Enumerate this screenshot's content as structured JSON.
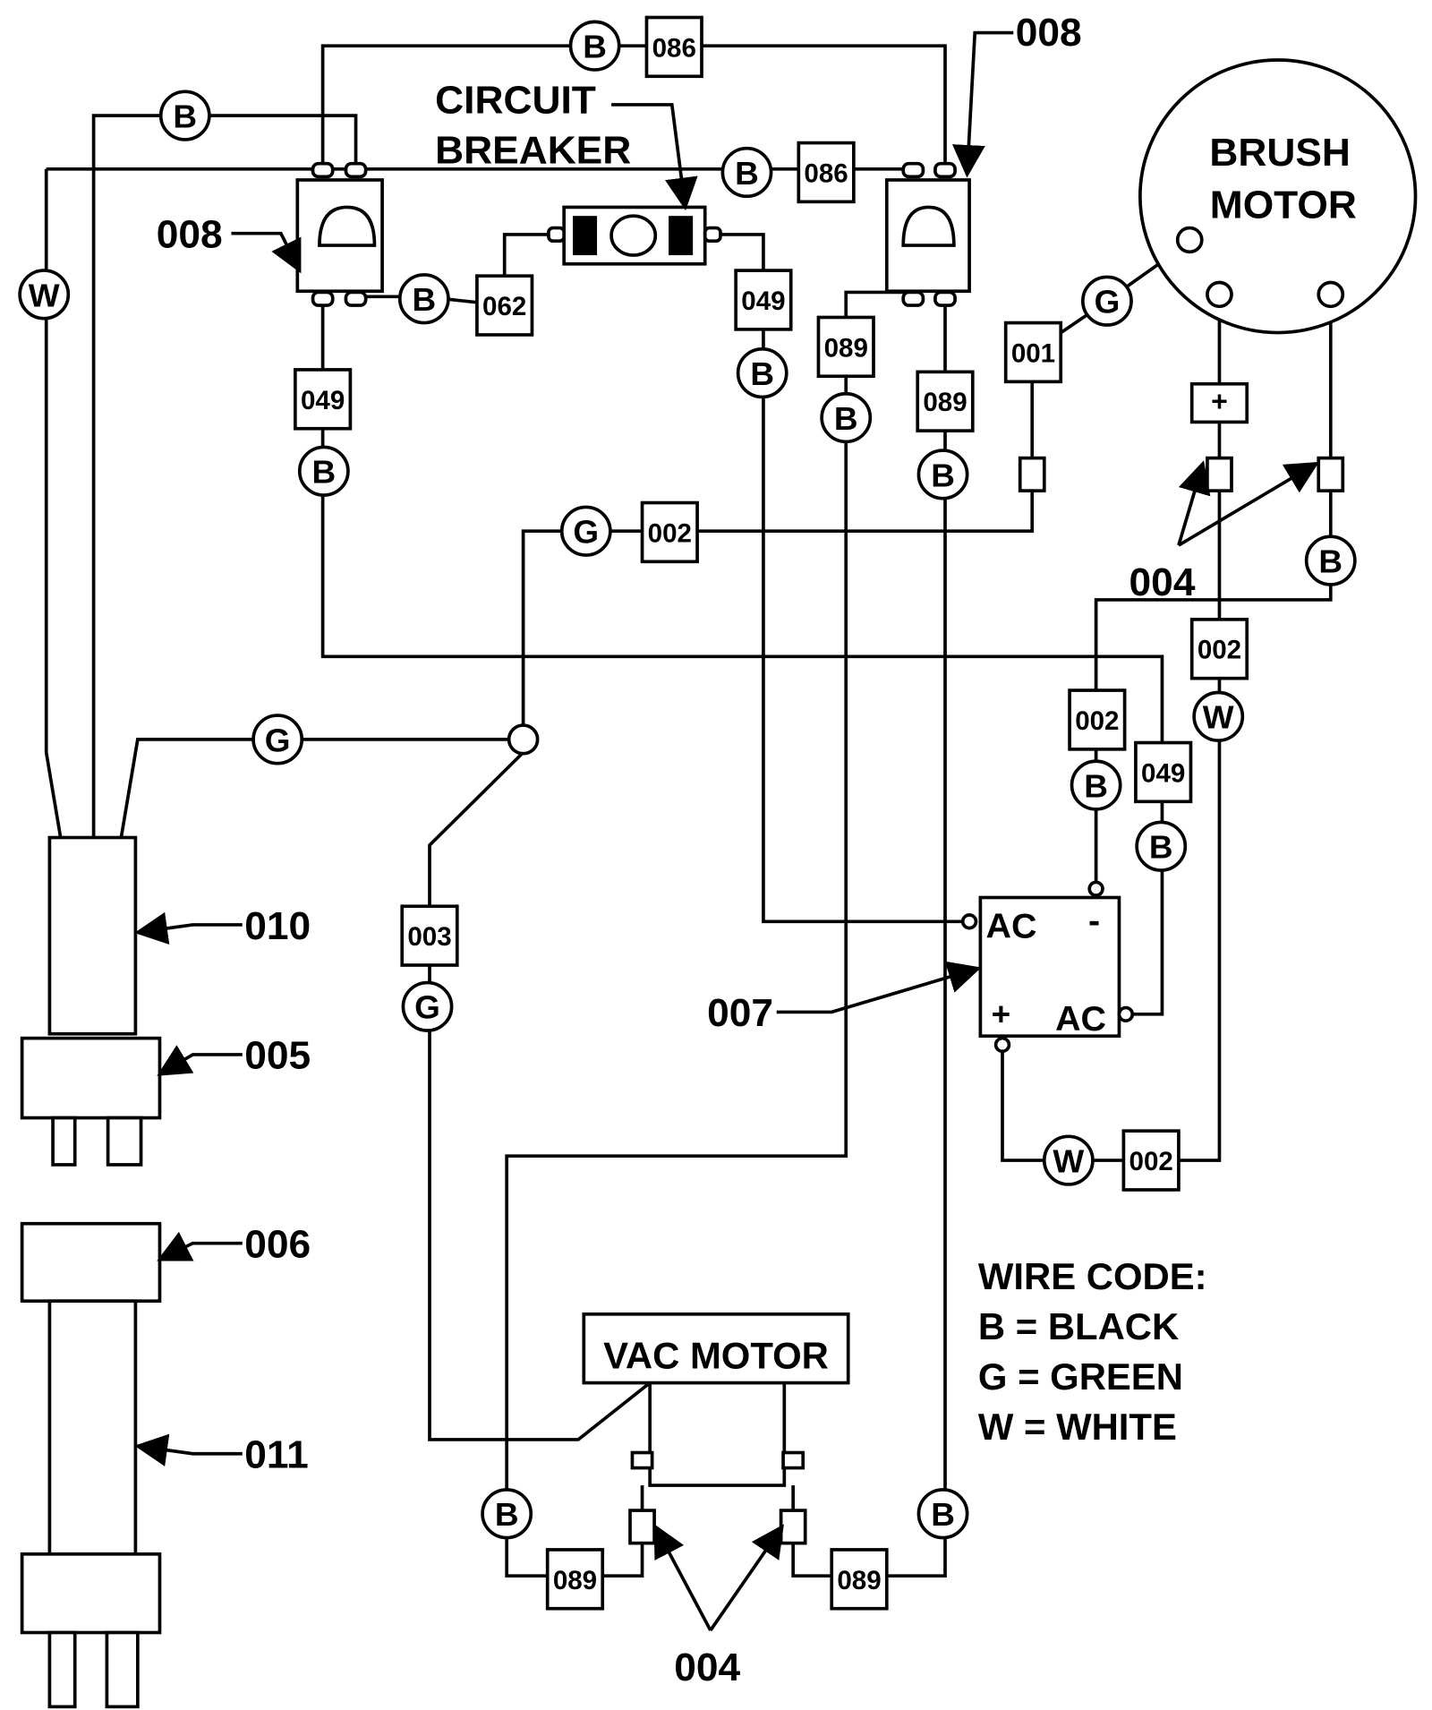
{
  "labels": {
    "switch_right": "008",
    "switch_left": "008",
    "breaker_line1": "CIRCUIT",
    "breaker_line2": "BREAKER",
    "brush_motor_line1": "BRUSH",
    "brush_motor_line2": "MOTOR",
    "connectors_top": "004",
    "connectors_bottom": "004",
    "cord": "010",
    "plug": "005",
    "receptacle": "006",
    "extension_cord": "011",
    "rectifier": "007",
    "vac_motor": "VAC MOTOR",
    "rect_ac1": "AC",
    "rect_minus": "-",
    "rect_plus": "+",
    "rect_ac2": "AC",
    "plus_box": "+"
  },
  "wire_markers": [
    "B",
    "B",
    "B",
    "B",
    "W",
    "B",
    "B",
    "B",
    "B",
    "G",
    "G",
    "B",
    "W",
    "B",
    "B",
    "G",
    "G",
    "W",
    "B",
    "B"
  ],
  "wire_boxes": [
    "086",
    "086",
    "062",
    "049",
    "049",
    "089",
    "089",
    "001",
    "002",
    "002",
    "002",
    "049",
    "003",
    "002",
    "089",
    "089"
  ],
  "legend": {
    "title": "WIRE CODE:",
    "items": [
      "B = BLACK",
      "G = GREEN",
      "W = WHITE"
    ]
  }
}
